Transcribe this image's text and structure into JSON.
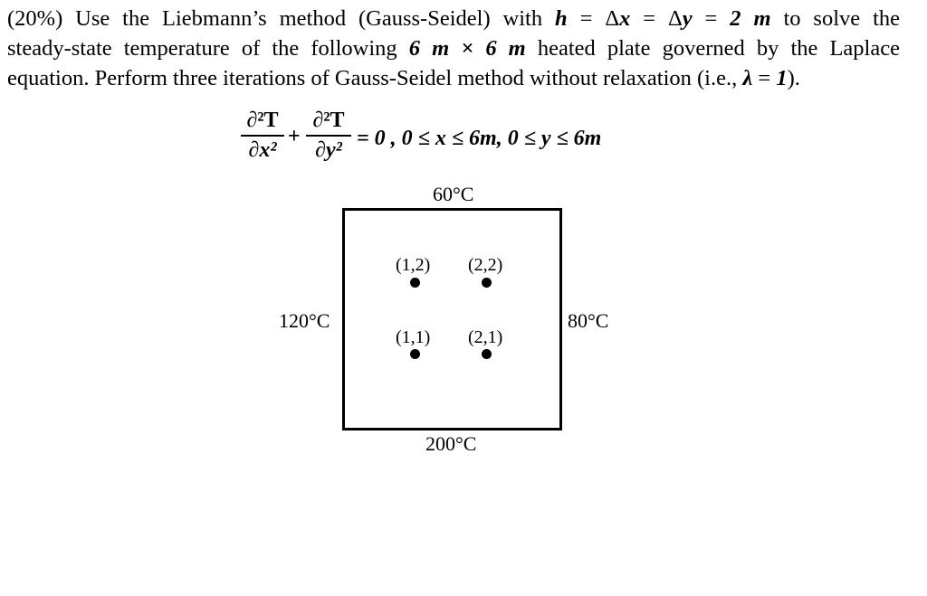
{
  "problem": {
    "line1": {
      "prefix": "(20%) Use the Liebmann’s method (Gauss-Seidel) with ",
      "h_expr": "h",
      "eq1": " = Δ",
      "dx": "x",
      "eq2": " = Δ",
      "dy": "y",
      "eq3": " = ",
      "value": "2 m",
      "suffix": " to solve the"
    },
    "line2": {
      "prefix": "steady-state temperature of the following ",
      "dims": "6 m × 6 m",
      "suffix": " heated plate governed by the Laplace"
    },
    "line3": {
      "prefix": "equation. Perform three iterations of Gauss-Seidel method without relaxation (i.e., ",
      "lambda": "λ",
      "eq": " = ",
      "one": "1",
      "suffix": ")."
    }
  },
  "equation": {
    "num1": "∂²T",
    "den1": "∂x²",
    "plus": "+",
    "num2": "∂²T",
    "den2": "∂y²",
    "rhs": "= 0 ,  0 ≤ x ≤ 6m,  0 ≤ y ≤ 6m"
  },
  "diagram": {
    "top_temp": "60°C",
    "left_temp": "120°C",
    "right_temp": "80°C",
    "bottom_temp": "200°C",
    "nodes": [
      "(1,2)",
      "(2,2)",
      "(1,1)",
      "(2,1)"
    ]
  }
}
